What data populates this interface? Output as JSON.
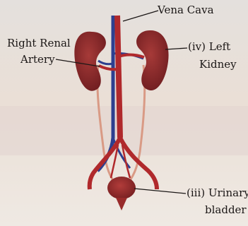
{
  "labels": {
    "vena_cava": "Vena Cava",
    "right_renal_line1": "Right Renal",
    "right_renal_line2": "Artery",
    "left_kidney_line1": "(iv) Left",
    "left_kidney_line2": "Kidney",
    "urinary_bladder_line1": "(iii) Urinary",
    "urinary_bladder_line2": "bladder"
  },
  "colors": {
    "background": "#ece6df",
    "kidney": "#8e2a2b",
    "artery": "#b0292c",
    "vein": "#2d3f8f",
    "ureter": "#d99a85",
    "bladder": "#982b2b"
  }
}
